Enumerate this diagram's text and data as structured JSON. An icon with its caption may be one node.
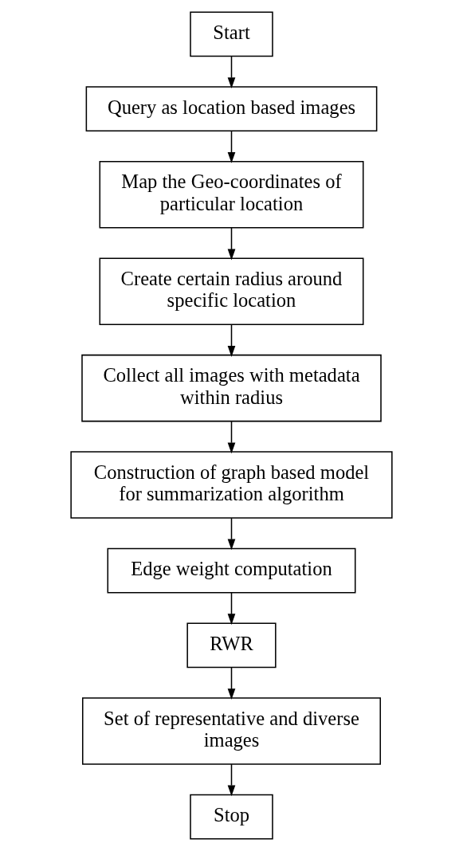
{
  "diagram": {
    "nodes": [
      {
        "text": [
          "Start"
        ]
      },
      {
        "text": [
          "Query as location based images"
        ]
      },
      {
        "text": [
          "Map the Geo-coordinates of particular location"
        ]
      },
      {
        "text": [
          "Create certain radius around specific location"
        ]
      },
      {
        "text": [
          "Collect all images with metadata within radius"
        ]
      },
      {
        "text": [
          "Construction of graph based model for summarization algorithm"
        ]
      },
      {
        "text": [
          "Edge weight computation"
        ]
      },
      {
        "text": [
          "RWR"
        ]
      },
      {
        "text": [
          "Set of representative and diverse images"
        ]
      },
      {
        "text": [
          "Stop"
        ]
      }
    ],
    "edges": [
      {
        "from": 0,
        "to": 1,
        "arrow": "to"
      },
      {
        "from": 1,
        "to": 2,
        "arrow": "to"
      },
      {
        "from": 2,
        "to": 3,
        "arrow": "to"
      },
      {
        "from": 3,
        "to": 4,
        "arrow": "to"
      },
      {
        "from": 4,
        "to": 5,
        "arrow": "to"
      },
      {
        "from": 5,
        "to": 6,
        "arrow": "to"
      },
      {
        "from": 6,
        "to": 7,
        "arrow": "to"
      },
      {
        "from": 7,
        "to": 8,
        "arrow": "to"
      },
      {
        "from": 8,
        "to": 9,
        "arrow": "to"
      }
    ]
  }
}
